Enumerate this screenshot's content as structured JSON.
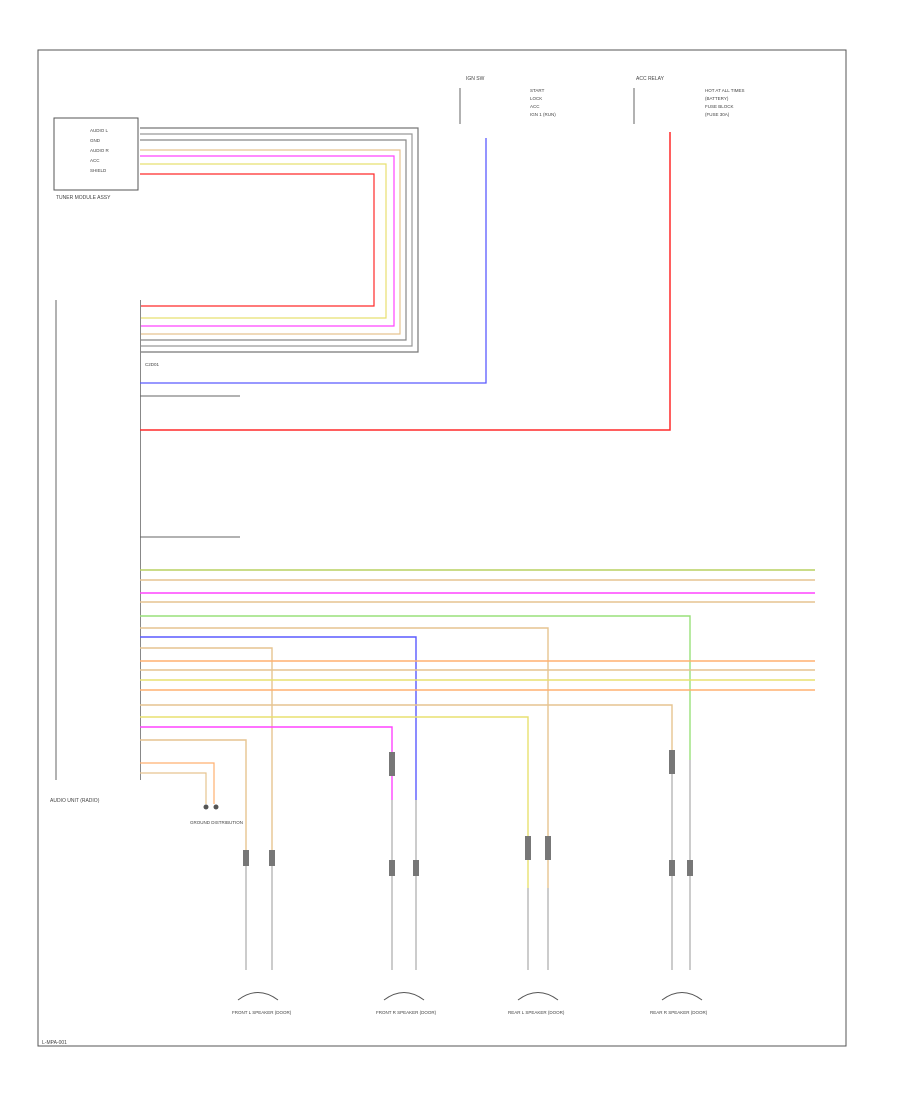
{
  "diagram": {
    "footer_code": "L-MPA-001",
    "tuning_module": {
      "label": "TUNER MODULE ASSY",
      "pins": [
        "AUDIO L",
        "GND",
        "AUDIO R",
        "ACC",
        "SHIELD"
      ]
    },
    "radio_head": {
      "label": "AUDIO UNIT (RADIO)",
      "connector_label": "C2D01"
    },
    "ign_relay": {
      "label": "IGN SW",
      "lines": [
        "START",
        "LOCK",
        "ACC",
        "IGN 1 (RUN)"
      ]
    },
    "acc_relay": {
      "label": "ACC RELAY",
      "lines": [
        "HOT AT ALL TIMES",
        "(BATTERY)",
        "FUSE BLOCK",
        "(FUSE 30A)"
      ]
    },
    "ground_label": "GROUND DISTRIBUTION",
    "speakers": [
      {
        "label": "FRONT L SPEAKER (DOOR)"
      },
      {
        "label": "FRONT R SPEAKER (DOOR)"
      },
      {
        "label": "REAR L SPEAKER (DOOR)"
      },
      {
        "label": "REAR R SPEAKER (DOOR)"
      }
    ],
    "wire_colors": {
      "red": "#ff2a2a",
      "blue": "#5a5aff",
      "magenta": "#ff44ff",
      "green": "#99e07a",
      "olive": "#b8d060",
      "tan": "#e6c490",
      "orange": "#ffb070",
      "yellow": "#e8e070",
      "gray": "#888888"
    }
  }
}
